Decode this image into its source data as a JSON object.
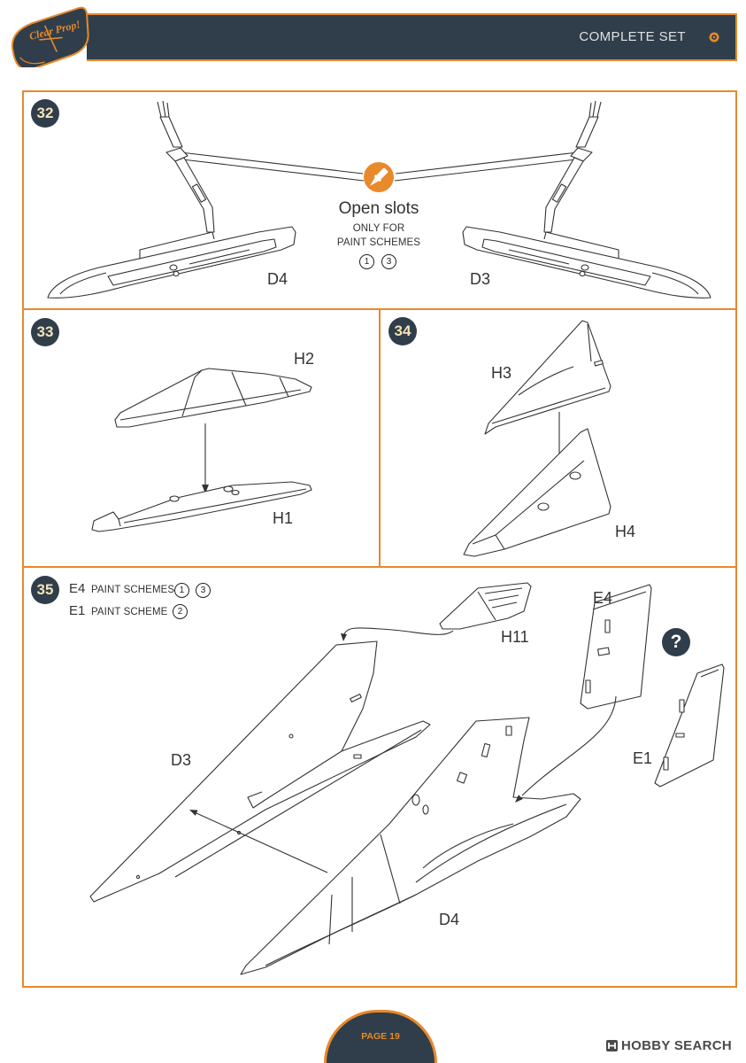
{
  "colors": {
    "accent": "#e8892b",
    "dark": "#2f3e4a",
    "badge_text": "#f4e2b8",
    "line": "#333333"
  },
  "logo": {
    "text": "Clear Prop!"
  },
  "header": {
    "title": "COMPLETE SET",
    "icon": "gear-icon"
  },
  "steps": {
    "s32": {
      "number": "32",
      "icon": "hobby-knife-icon",
      "note_title": "Open slots",
      "note_line1": "ONLY FOR",
      "note_line2": "PAINT SCHEMES",
      "schemes": [
        "1",
        "3"
      ],
      "labels": {
        "left": "D4",
        "right": "D3"
      }
    },
    "s33": {
      "number": "33",
      "labels": {
        "top": "H2",
        "bottom": "H1"
      }
    },
    "s34": {
      "number": "34",
      "labels": {
        "top": "H3",
        "bottom": "H4"
      }
    },
    "s35": {
      "number": "35",
      "legend": [
        {
          "part": "E4",
          "text": "PAINT SCHEMES",
          "schemes": [
            "1",
            "3"
          ]
        },
        {
          "part": "E1",
          "text": "PAINT SCHEME",
          "schemes": [
            "2"
          ]
        }
      ],
      "labels": {
        "h11": "H11",
        "e4": "E4",
        "e1": "E1",
        "d3": "D3",
        "d4": "D4"
      },
      "question": "?"
    }
  },
  "footer": {
    "page": "PAGE 19"
  },
  "watermark": {
    "text": "HOBBY SEARCH",
    "icon": "hobby-search-logo-icon"
  }
}
